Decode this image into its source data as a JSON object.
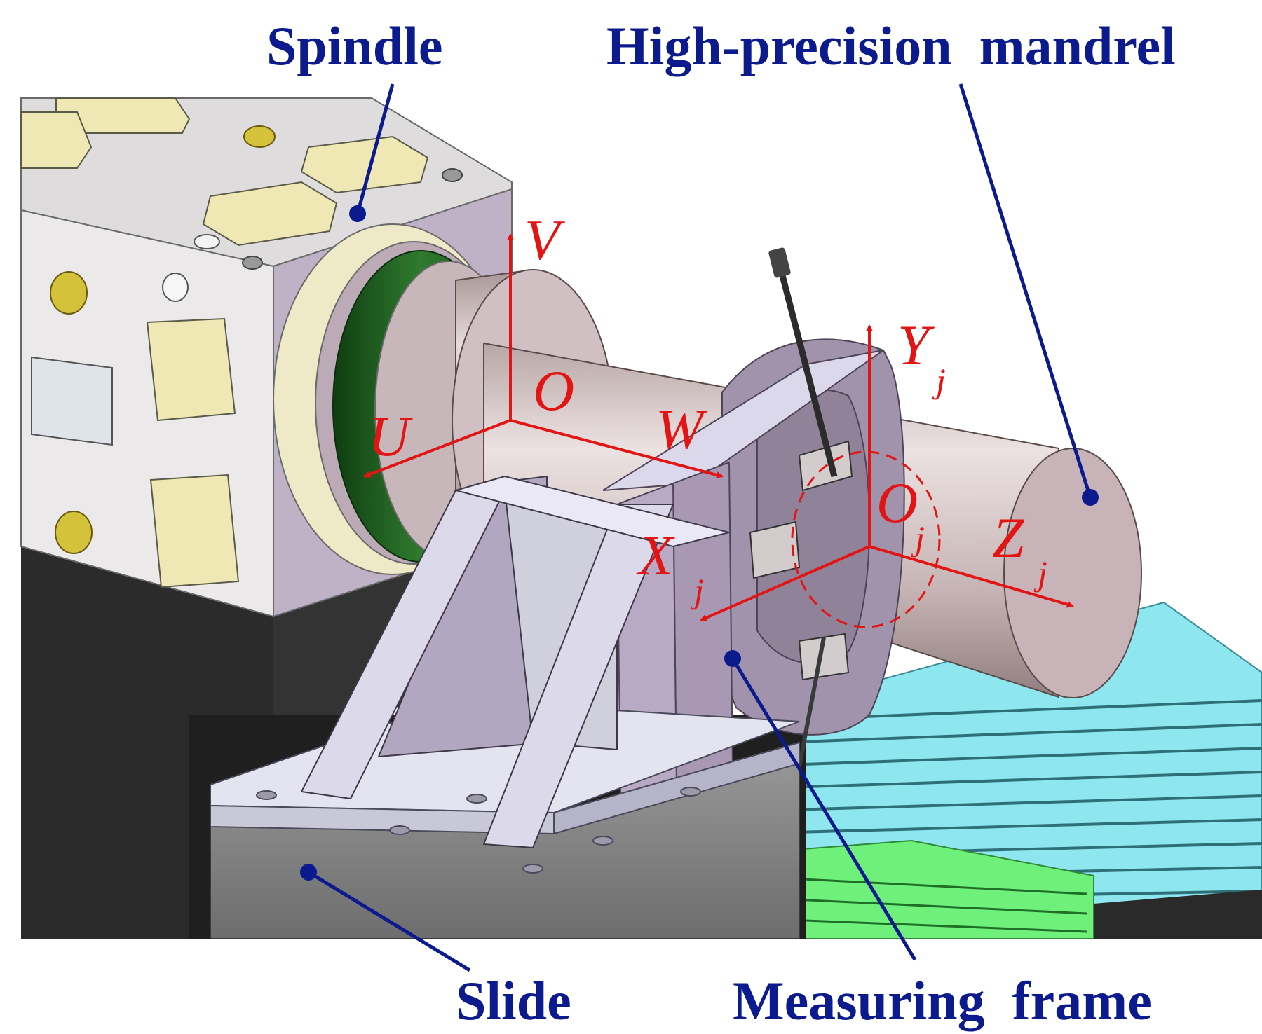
{
  "labels": {
    "spindle": "Spindle",
    "mandrel": "High-precision  mandrel",
    "slide": "Slide",
    "measuring_frame": "Measuring  frame"
  },
  "axes": {
    "machine": {
      "origin": "O",
      "u": "U",
      "v": "V",
      "w": "W"
    },
    "workpiece": {
      "origin": "O",
      "x": "X",
      "y": "Y",
      "z": "Z",
      "subscript": "j"
    }
  },
  "colors": {
    "callout": "#0b1a8c",
    "axis": "#e31414",
    "spindle_housing": "#e6e4e4",
    "mandrel": "#c4b4b4",
    "frame": "#9d8fa6",
    "slide": "#e4e3f0",
    "table_cyan": "#8ee6ee",
    "table_green": "#6ff07a",
    "machine_base": "#2a2a2a",
    "green_ring": "#1d5a1d"
  }
}
